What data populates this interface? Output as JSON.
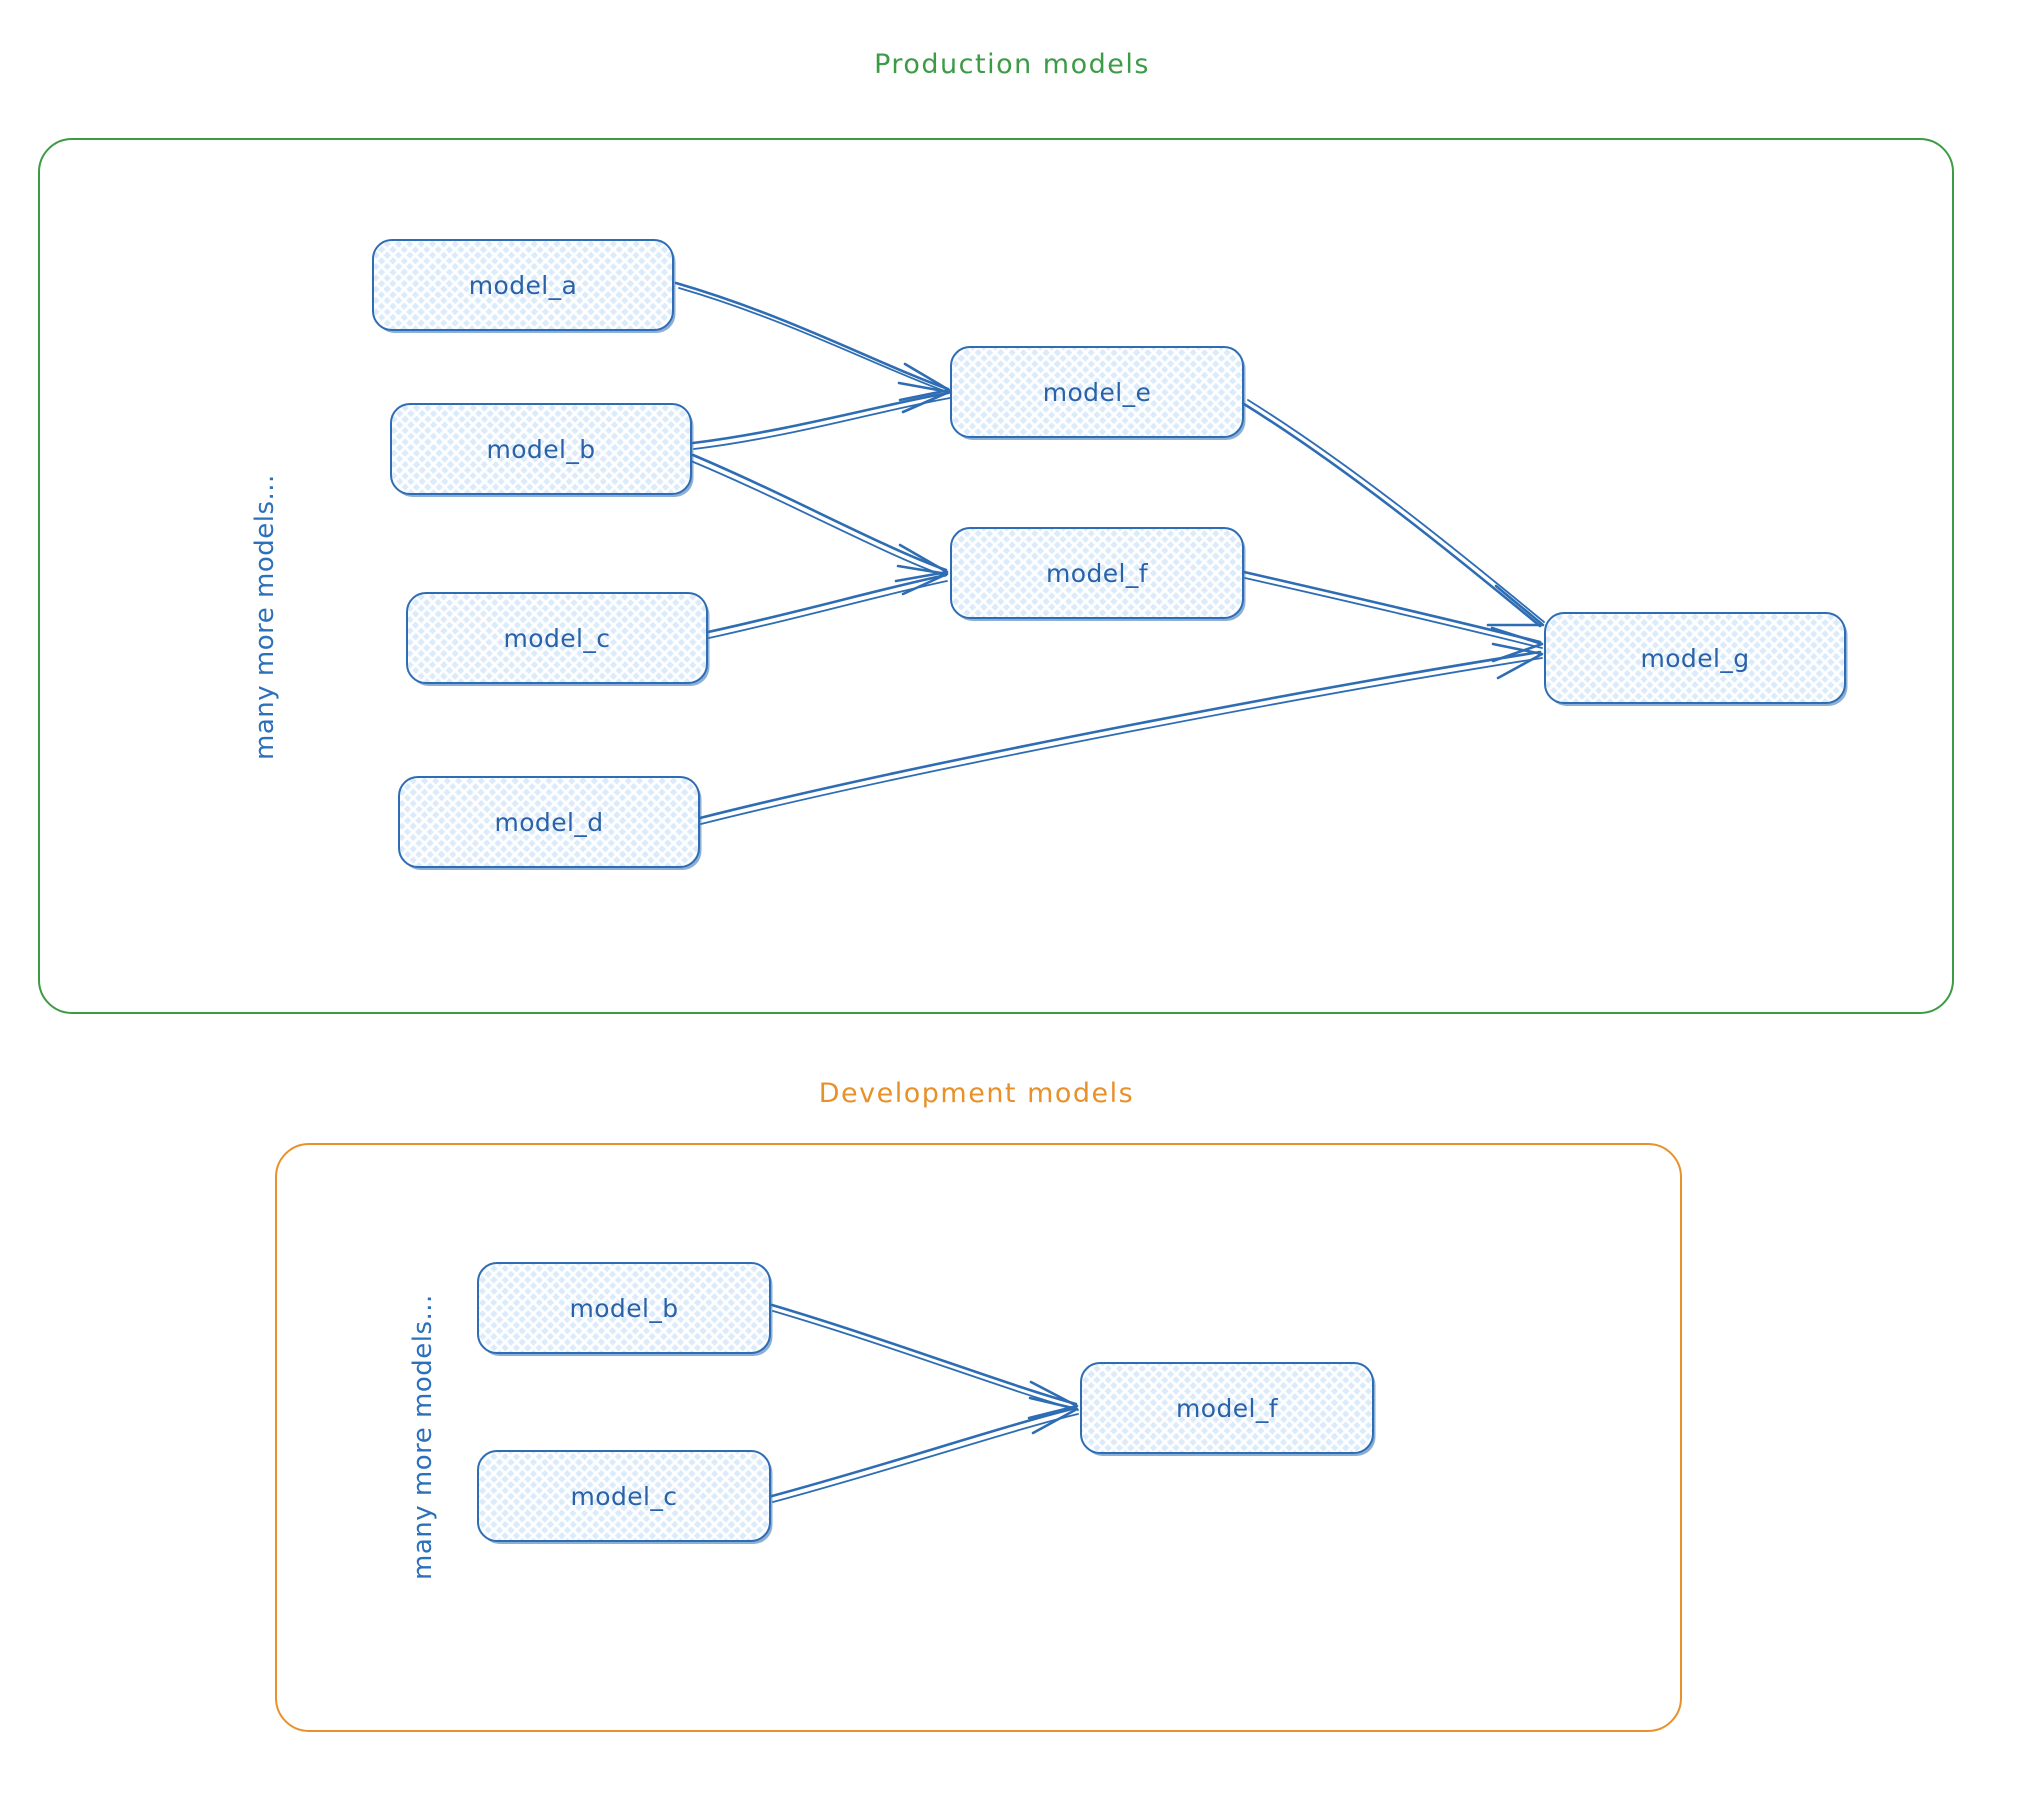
{
  "diagram": {
    "title_production": "Production models",
    "title_development": "Development models",
    "colors": {
      "production_border": "#3C9B45",
      "development_border": "#E8912A",
      "node_border": "#2E6DB4",
      "node_fill": "#DCEBFA",
      "node_text": "#2962A8",
      "edge": "#2E6DB4"
    }
  },
  "production": {
    "title": "Production models",
    "side_note": "many more models...",
    "nodes": [
      {
        "id": "model_a",
        "label": "model_a"
      },
      {
        "id": "model_b",
        "label": "model_b"
      },
      {
        "id": "model_c",
        "label": "model_c"
      },
      {
        "id": "model_d",
        "label": "model_d"
      },
      {
        "id": "model_e",
        "label": "model_e"
      },
      {
        "id": "model_f",
        "label": "model_f"
      },
      {
        "id": "model_g",
        "label": "model_g"
      }
    ],
    "edges": [
      {
        "from": "model_a",
        "to": "model_e"
      },
      {
        "from": "model_b",
        "to": "model_e"
      },
      {
        "from": "model_b",
        "to": "model_f"
      },
      {
        "from": "model_c",
        "to": "model_f"
      },
      {
        "from": "model_e",
        "to": "model_g"
      },
      {
        "from": "model_f",
        "to": "model_g"
      },
      {
        "from": "model_d",
        "to": "model_g"
      }
    ]
  },
  "development": {
    "title": "Development models",
    "side_note": "many more models...",
    "nodes": [
      {
        "id": "dev_model_b",
        "label": "model_b"
      },
      {
        "id": "dev_model_c",
        "label": "model_c"
      },
      {
        "id": "dev_model_f",
        "label": "model_f"
      }
    ],
    "edges": [
      {
        "from": "dev_model_b",
        "to": "dev_model_f"
      },
      {
        "from": "dev_model_c",
        "to": "dev_model_f"
      }
    ]
  }
}
